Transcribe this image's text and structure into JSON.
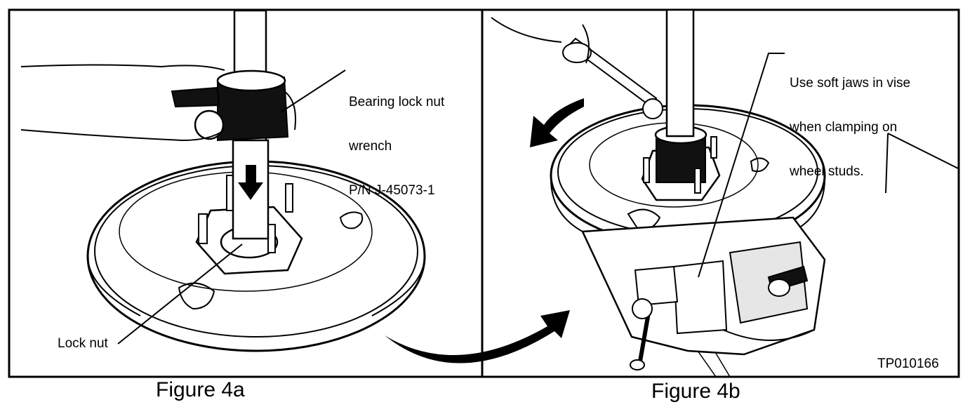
{
  "figure_a": {
    "caption": "Figure 4a",
    "callout_wrench": [
      "Bearing lock nut",
      "wrench",
      "P/N J-45073-1"
    ],
    "callout_nut": "Lock nut"
  },
  "figure_b": {
    "caption": "Figure 4b",
    "callout_vise": [
      "Use soft jaws in vise",
      "when clamping on",
      "wheel studs."
    ],
    "figure_id": "TP010166"
  },
  "colors": {
    "ink": "#000000",
    "paper": "#ffffff",
    "shade": "#d9d9d9"
  },
  "icons": [
    "arrow-down-icon",
    "curved-arrow-icon",
    "rotate-arrow-icon"
  ]
}
